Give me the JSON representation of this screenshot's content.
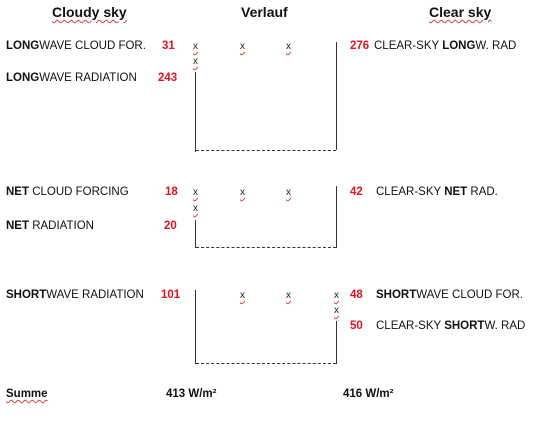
{
  "headers": {
    "cloudy": "Cloudy sky",
    "verlauf": "Verlauf",
    "clear": "Clear sky"
  },
  "cloudy": {
    "lw_cloud_prefix": "LONG",
    "lw_cloud_rest": "WAVE CLOUD FOR.",
    "lw_cloud_value": "31",
    "lw_rad_prefix": "LONG",
    "lw_rad_rest": "WAVE RADIATION",
    "lw_rad_value": "243",
    "net_cloud_prefix": "NET",
    "net_cloud_rest": " CLOUD FORCING",
    "net_cloud_value": "18",
    "net_rad_prefix": "NET",
    "net_rad_rest": " RADIATION",
    "net_rad_value": "20",
    "sw_rad_prefix": "SHORT",
    "sw_rad_rest": "WAVE RADIATION",
    "sw_rad_value": "101"
  },
  "clear": {
    "lw_value": "276",
    "lw_pre": "CLEAR-SKY ",
    "lw_bold": "LONG",
    "lw_post": "W. RAD",
    "net_value": "42",
    "net_pre": "CLEAR-SKY ",
    "net_bold": "NET",
    "net_post": " RAD.",
    "sw_cloud_value": "48",
    "sw_cloud_bold": "SHORT",
    "sw_cloud_post": "WAVE CLOUD FOR.",
    "sw_rad_value": "50",
    "sw_rad_pre": "CLEAR-SKY ",
    "sw_rad_bold": "SHORT",
    "sw_rad_post": "W. RAD"
  },
  "summary": {
    "label": "Summe",
    "cloudy_total": "413 W/m²",
    "clear_total": "416 W/m²"
  },
  "marker": "x",
  "corner": "|_"
}
